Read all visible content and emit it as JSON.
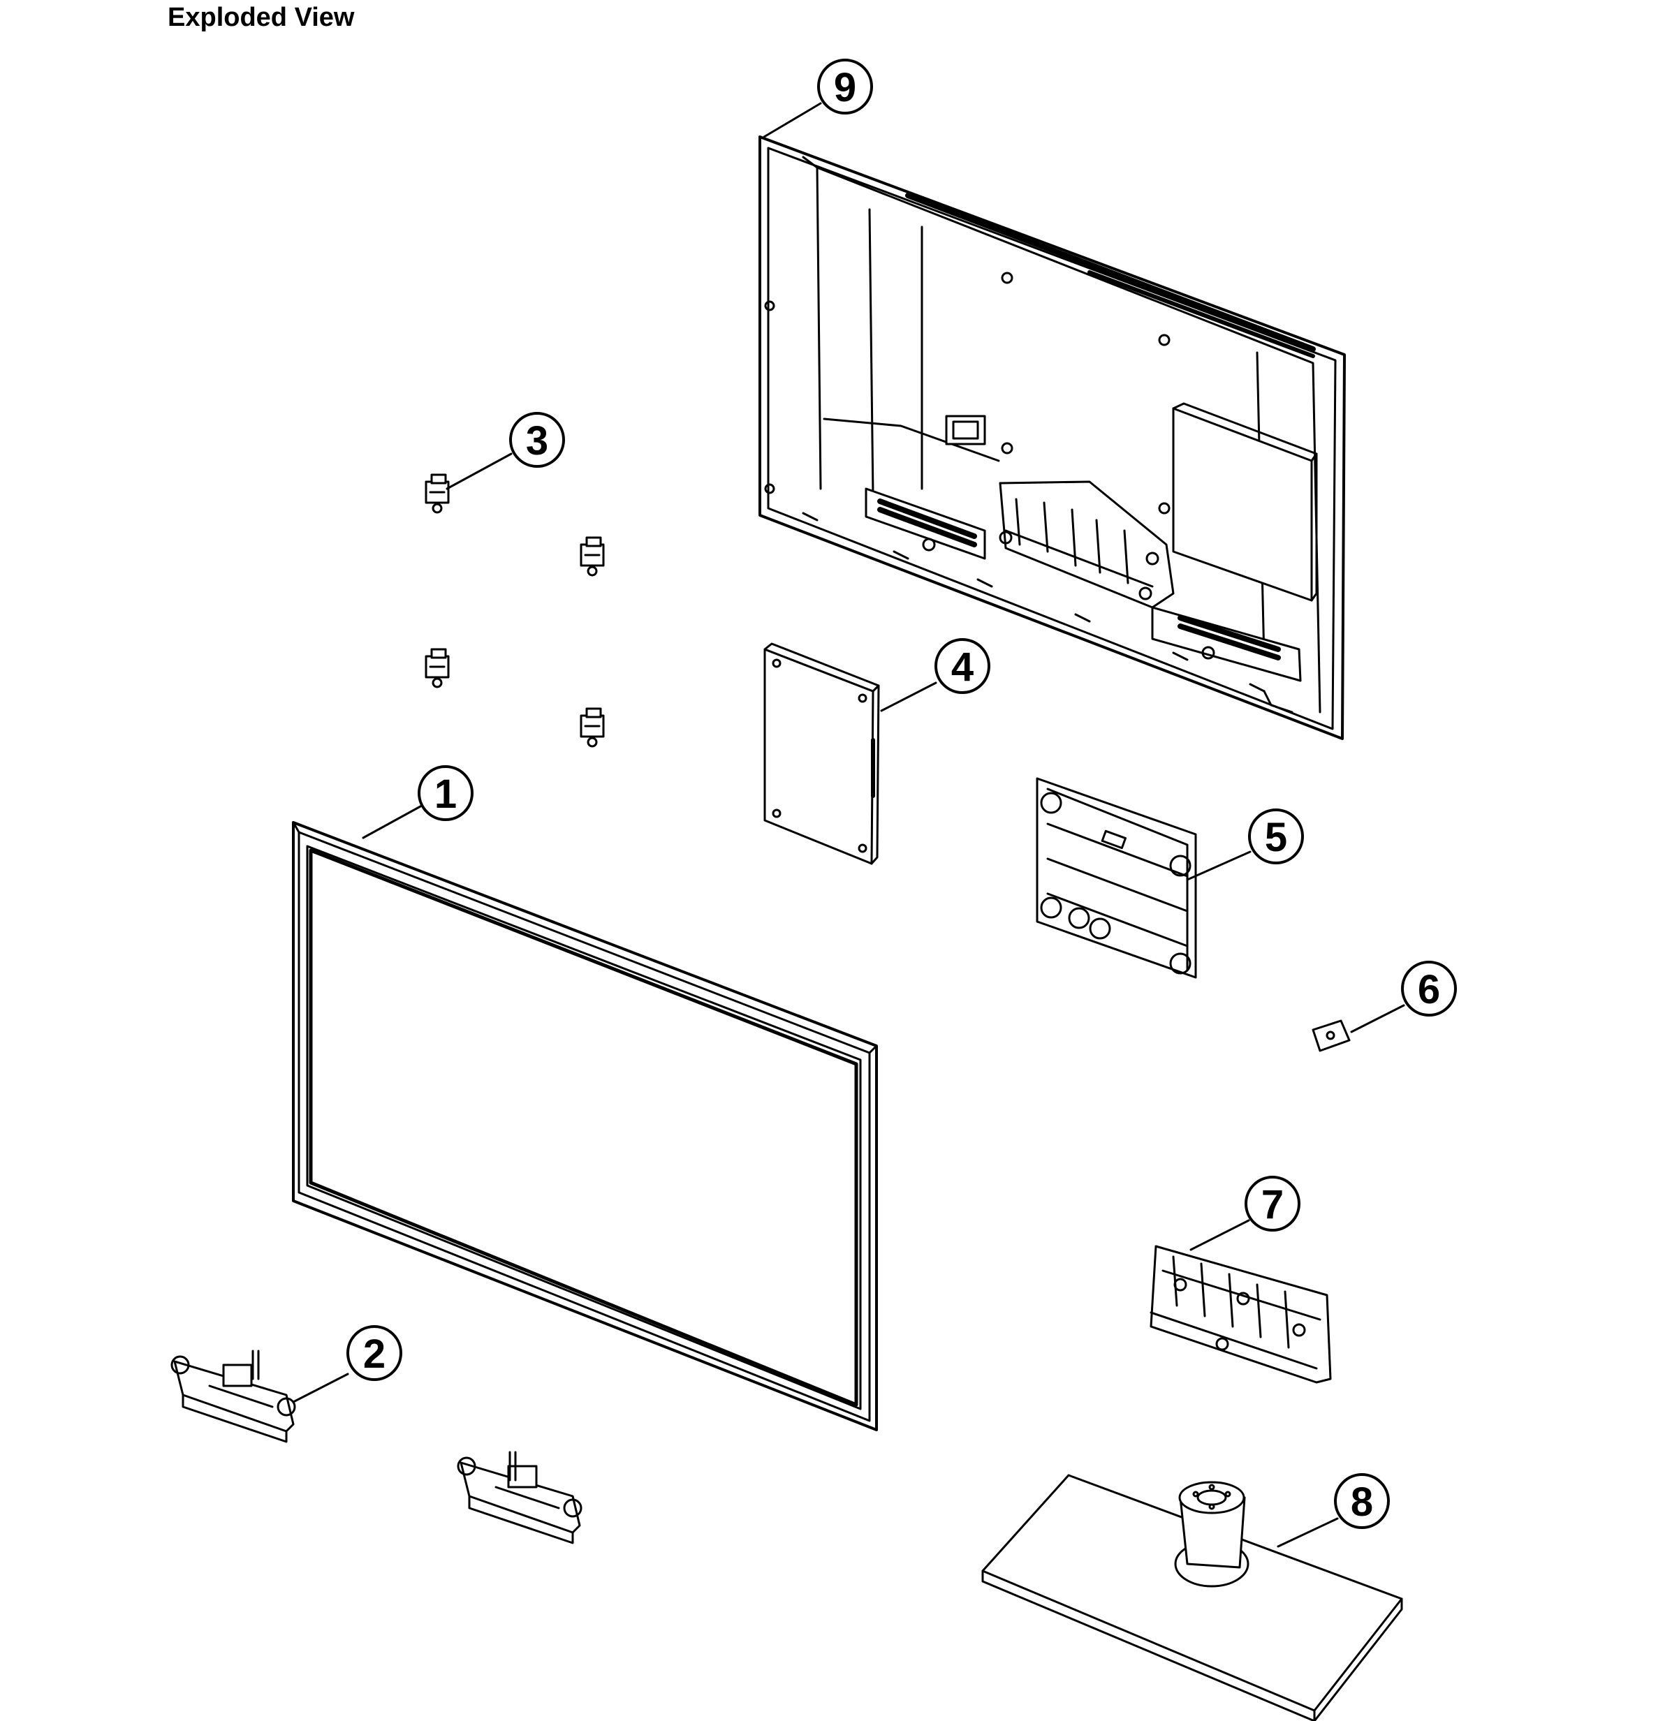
{
  "title": "Exploded View",
  "colors": {
    "line": "#000000",
    "fill": "#ffffff",
    "shade": "#d9d9d9"
  },
  "callouts": [
    {
      "id": "1",
      "part": "front-bezel"
    },
    {
      "id": "2",
      "part": "speaker-bracket"
    },
    {
      "id": "3",
      "part": "screen-clip"
    },
    {
      "id": "4",
      "part": "main-board"
    },
    {
      "id": "5",
      "part": "stand-bracket-plate"
    },
    {
      "id": "6",
      "part": "ir-sensor-board"
    },
    {
      "id": "7",
      "part": "stand-neck-cover"
    },
    {
      "id": "8",
      "part": "stand-base"
    },
    {
      "id": "9",
      "part": "rear-cover"
    }
  ]
}
